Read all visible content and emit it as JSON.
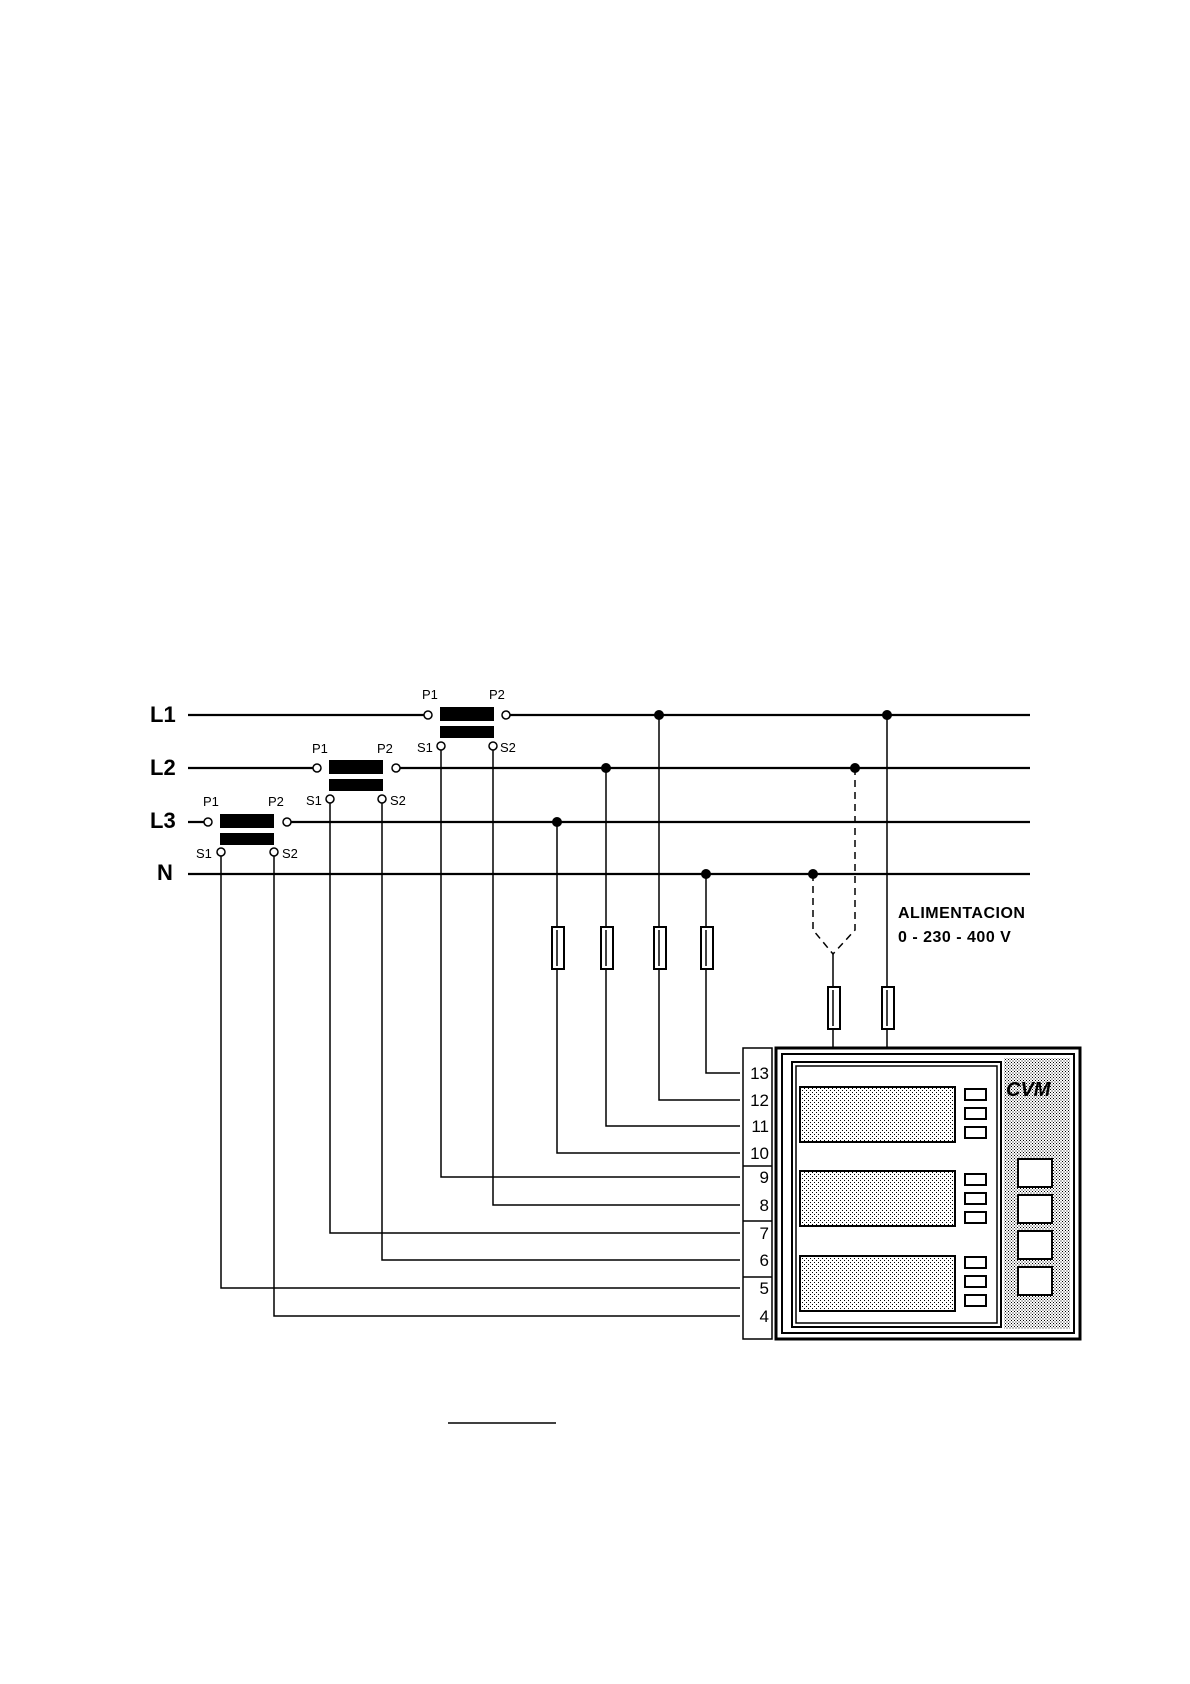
{
  "lines": {
    "l1": "L1",
    "l2": "L2",
    "l3": "L3",
    "n": "N"
  },
  "ct": {
    "p1": "P1",
    "p2": "P2",
    "s1": "S1",
    "s2": "S2"
  },
  "supply": {
    "line1": "ALIMENTACION",
    "line2": "0 - 230 - 400 V"
  },
  "terminals": [
    "13",
    "12",
    "11",
    "10",
    "9",
    "8",
    "7",
    "6",
    "5",
    "4"
  ],
  "device": {
    "brand": "CVM"
  }
}
